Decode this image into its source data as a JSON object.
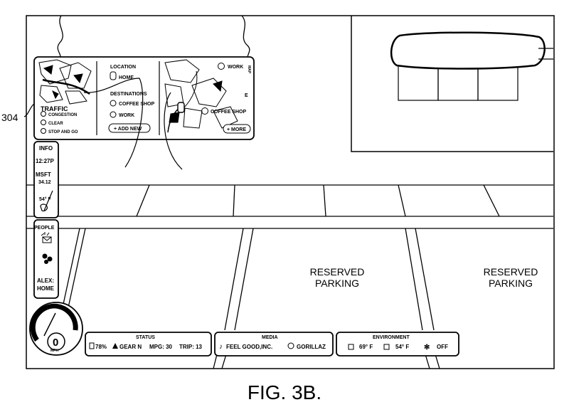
{
  "reference_label": "304",
  "traffic_panel": {
    "title": "TRAFFIC",
    "legend": [
      "CONGESTION",
      "CLEAR",
      "STOP AND GO"
    ]
  },
  "location_panel": {
    "location_heading": "LOCATION",
    "home_label": "HOME",
    "destinations_heading": "DESTINATIONS",
    "destinations": [
      "COFFEE SHOP",
      "WORK"
    ],
    "add_new_label": "+ ADD NEW"
  },
  "map_panel": {
    "work_label": "WORK",
    "coffee_label": "COFFEE SHOP",
    "more_label": "+ MORE",
    "compass_e": "E",
    "side_text": "MAP"
  },
  "info_panel": {
    "title": "INFO",
    "time": "12:27P",
    "stock_symbol": "MSFT",
    "stock_price": "34.12",
    "temperature": "54° F"
  },
  "people_panel": {
    "title": "PEOPLE",
    "contact_line1": "ALEX:",
    "contact_line2": "HOME"
  },
  "speedometer": {
    "value": "0",
    "unit": "MPH"
  },
  "status_bar": {
    "title": "STATUS",
    "fuel": "78%",
    "gear": "GEAR N",
    "mpg": "MPG: 30",
    "trip": "TRIP: 13"
  },
  "media_bar": {
    "title": "MEDIA",
    "track": "FEEL GOOD,INC.",
    "artist": "GORILLAZ"
  },
  "environment_bar": {
    "title": "ENVIRONMENT",
    "temp_left": "69° F",
    "temp_right": "54° F",
    "fan": "OFF"
  },
  "parking_signs": [
    {
      "line1": "RESERVED",
      "line2": "PARKING"
    },
    {
      "line1": "RESERVED",
      "line2": "PARKING"
    }
  ],
  "caption": "FIG. 3B."
}
